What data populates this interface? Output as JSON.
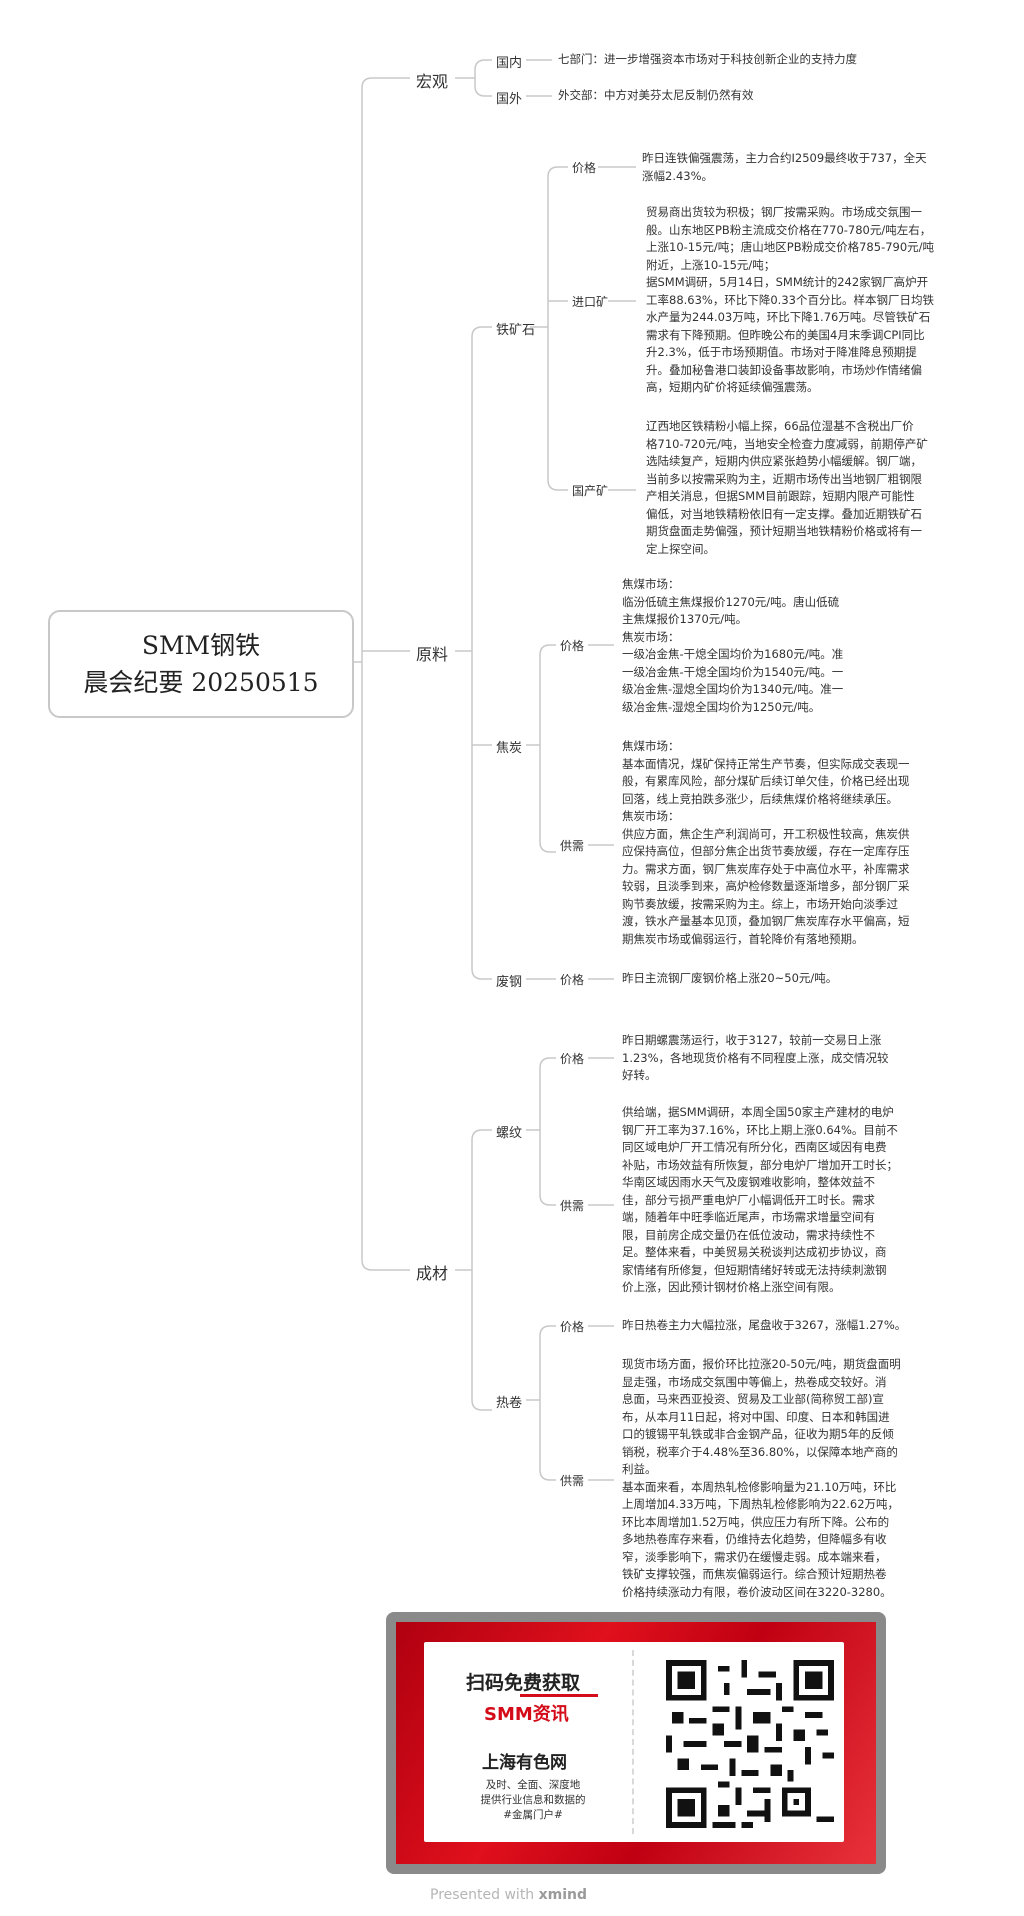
{
  "root": {
    "line1": "SMM钢铁",
    "line2": "晨会纪要 20250515"
  },
  "macro": {
    "label": "宏观",
    "domestic": {
      "label": "国内",
      "text": "七部门：进一步增强资本市场对于科技创新企业的支持力度"
    },
    "foreign": {
      "label": "国外",
      "text": "外交部：中方对美芬太尼反制仍然有效"
    }
  },
  "raw": {
    "label": "原料",
    "ore": {
      "label": "铁矿石",
      "price": {
        "label": "价格",
        "text": "昨日连铁偏强震荡，主力合约I2509最终收于737，全天\n涨幅2.43%。"
      },
      "import": {
        "label": "进口矿",
        "text": "贸易商出货较为积极；钢厂按需采购。市场成交氛围一\n般。山东地区PB粉主流成交价格在770-780元/吨左右，\n上涨10-15元/吨；唐山地区PB粉成交价格785-790元/吨\n附近，上涨10-15元/吨；\n据SMM调研，5月14日，SMM统计的242家钢厂高炉开\n工率88.63%，环比下降0.33个百分比。样本钢厂日均铁\n水产量为244.03万吨，环比下降1.76万吨。尽管铁矿石\n需求有下降预期。但昨晚公布的美国4月末季调CPI同比\n升2.3%，低于市场预期值。市场对于降准降息预期提\n升。叠加秘鲁港口装卸设备事故影响，市场炒作情绪偏\n高，短期内矿价将延续偏强震荡。"
      },
      "domestic": {
        "label": "国产矿",
        "text": "辽西地区铁精粉小幅上探，66品位湿基不含税出厂价\n格710-720元/吨，当地安全检查力度减弱，前期停产矿\n选陆续复产，短期内供应紧张趋势小幅缓解。钢厂端，\n当前多以按需采购为主，近期市场传出当地钢厂粗钢限\n产相关消息，但据SMM目前跟踪，短期内限产可能性\n偏低，对当地铁精粉依旧有一定支撑。叠加近期铁矿石\n期货盘面走势偏强，预计短期当地铁精粉价格或将有一\n定上探空间。"
      }
    },
    "coke": {
      "label": "焦炭",
      "price": {
        "label": "价格",
        "text": "焦煤市场：\n临汾低硫主焦煤报价1270元/吨。唐山低硫\n主焦煤报价1370元/吨。\n焦炭市场：\n一级冶金焦-干熄全国均价为1680元/吨。准\n一级冶金焦-干熄全国均价为1540元/吨。一\n级冶金焦-湿熄全国均价为1340元/吨。准一\n级冶金焦-湿熄全国均价为1250元/吨。"
      },
      "supply": {
        "label": "供需",
        "text": "焦煤市场：\n基本面情况，煤矿保持正常生产节奏，但实际成交表现一\n般，有累库风险，部分煤矿后续订单欠佳，价格已经出现\n回落，线上竞拍跌多涨少，后续焦煤价格将继续承压。\n焦炭市场：\n供应方面，焦企生产利润尚可，开工积极性较高，焦炭供\n应保持高位，但部分焦企出货节奏放缓，存在一定库存压\n力。需求方面，钢厂焦炭库存处于中高位水平，补库需求\n较弱，且淡季到来，高炉检修数量逐渐增多，部分钢厂采\n购节奏放缓，按需采购为主。综上，市场开始向淡季过\n渡，铁水产量基本见顶，叠加钢厂焦炭库存水平偏高，短\n期焦炭市场或偏弱运行，首轮降价有落地预期。"
      }
    },
    "scrap": {
      "label": "废钢",
      "price": {
        "label": "价格",
        "text": "昨日主流钢厂废钢价格上涨20~50元/吨。"
      }
    }
  },
  "product": {
    "label": "成材",
    "rebar": {
      "label": "螺纹",
      "price": {
        "label": "价格",
        "text": "昨日期螺震荡运行，收于3127，较前一交易日上涨\n1.23%，各地现货价格有不同程度上涨，成交情况较\n好转。"
      },
      "supply": {
        "label": "供需",
        "text": "供给端，据SMM调研，本周全国50家主产建材的电炉\n钢厂开工率为37.16%，环比上期上涨0.64%。目前不\n同区域电炉厂开工情况有所分化，西南区域因有电费\n补贴，市场效益有所恢复，部分电炉厂增加开工时长；\n华南区域因雨水天气及废钢难收影响，整体效益不\n佳，部分亏损严重电炉厂小幅调低开工时长。需求\n端，随着年中旺季临近尾声，市场需求增量空间有\n限，目前房企成交量仍在低位波动，需求持续性不\n足。整体来看，中美贸易关税谈判达成初步协议，商\n家情绪有所修复，但短期情绪好转或无法持续刺激钢\n价上涨，因此预计钢材价格上涨空间有限。"
      }
    },
    "hrc": {
      "label": "热卷",
      "price": {
        "label": "价格",
        "text": "昨日热卷主力大幅拉涨，尾盘收于3267，涨幅1.27%。"
      },
      "supply": {
        "label": "供需",
        "text": "现货市场方面，报价环比拉涨20-50元/吨，期货盘面明\n显走强，市场成交氛围中等偏上，热卷成交较好。消\n息面，马来西亚投资、贸易及工业部(简称贸工部)宣\n布，从本月11日起，将对中国、印度、日本和韩国进\n口的镀锡平轧铁或非合金钢产品，征收为期5年的反倾\n销税，税率介于4.48%至36.80%，以保障本地产商的\n利益。\n基本面来看，本周热轧检修影响量为21.10万吨，环比\n上周增加4.33万吨，下周热轧检修影响为22.62万吨，\n环比本周增加1.52万吨，供应压力有所下降。公布的\n多地热卷库存来看，仍维持去化趋势，但降幅多有收\n窄，淡季影响下，需求仍在缓慢走弱。成本端来看，\n铁矿支撑较强，而焦炭偏弱运行。综合预计短期热卷\n价格持续涨动力有限，卷价波动区间在3220-3280。"
      }
    }
  },
  "promo": {
    "line1": "扫码免费获取",
    "line2": "SMM资讯",
    "brand": "上海有色网",
    "desc": "及时、全面、深度地\n提供行业信息和数据的\n#金属门户#"
  },
  "footer": {
    "presented": "Presented with",
    "brand": "xmind"
  },
  "colors": {
    "line": "#c8c8c8",
    "accent": "#d40c19"
  }
}
